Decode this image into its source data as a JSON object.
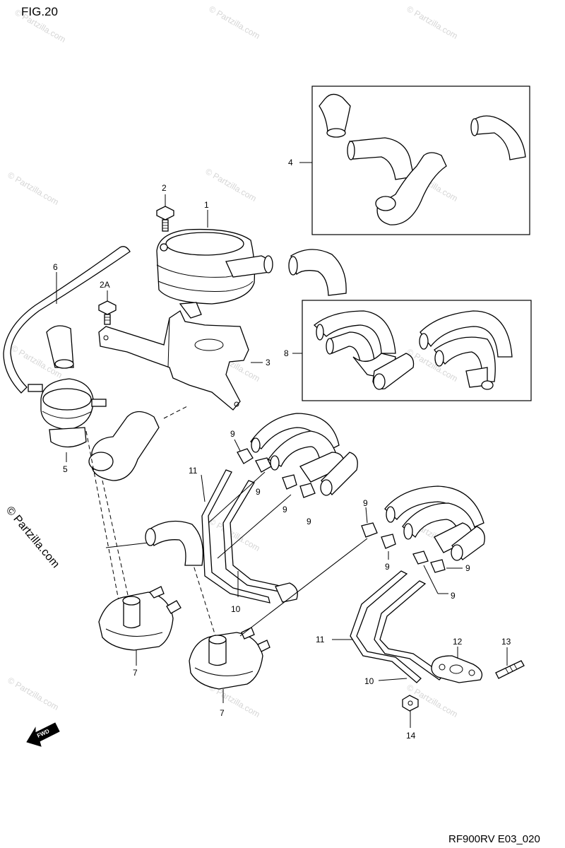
{
  "figure": {
    "title": "FIG.20",
    "code": "RF900RV E03_020"
  },
  "watermark": {
    "brand": "© Partzilla.com",
    "small": "© Partzilla.com"
  },
  "callouts": {
    "c1": "1",
    "c2": "2",
    "c2a": "2A",
    "c3": "3",
    "c4": "4",
    "c5": "5",
    "c6": "6",
    "c7a": "7",
    "c7b": "7",
    "c8": "8",
    "c9a": "9",
    "c9b": "9",
    "c9c": "9",
    "c9d": "9",
    "c9e": "9",
    "c9f": "9",
    "c9g": "9",
    "c9h": "9",
    "c10a": "10",
    "c10b": "10",
    "c11a": "11",
    "c11b": "11",
    "c12": "12",
    "c13": "13",
    "c14": "14"
  },
  "direction_badge": {
    "label": "FWD"
  },
  "colors": {
    "line": "#000000",
    "background": "#ffffff",
    "watermark": "#d6d6d6"
  }
}
